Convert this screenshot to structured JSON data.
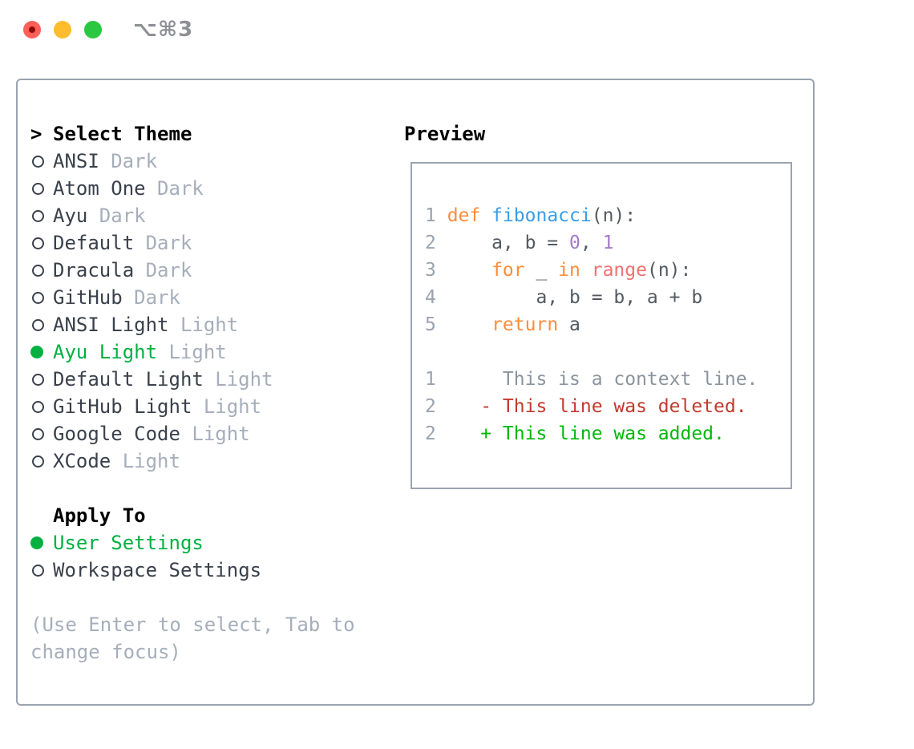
{
  "window": {
    "shortcut": "⌥⌘3"
  },
  "colors": {
    "selected_green": "#00b142",
    "accent_border": "#9aa4b0",
    "muted": "#a6aebb",
    "list_text": "#3a414b",
    "traffic_red": "#fe5f57",
    "traffic_red_dot": "#8c0d03",
    "traffic_yellow": "#febc2e",
    "traffic_green": "#2ac840",
    "titlebar_text": "#8e9095"
  },
  "theme_picker": {
    "prompt": ">",
    "title": "Select Theme",
    "items": [
      {
        "name": "ANSI",
        "variant": "Dark",
        "selected": false
      },
      {
        "name": "Atom One",
        "variant": "Dark",
        "selected": false
      },
      {
        "name": "Ayu",
        "variant": "Dark",
        "selected": false
      },
      {
        "name": "Default",
        "variant": "Dark",
        "selected": false
      },
      {
        "name": "Dracula",
        "variant": "Dark",
        "selected": false
      },
      {
        "name": "GitHub",
        "variant": "Dark",
        "selected": false
      },
      {
        "name": "ANSI Light",
        "variant": "Light",
        "selected": false
      },
      {
        "name": "Ayu Light",
        "variant": "Light",
        "selected": true
      },
      {
        "name": "Default Light",
        "variant": "Light",
        "selected": false
      },
      {
        "name": "GitHub Light",
        "variant": "Light",
        "selected": false
      },
      {
        "name": "Google Code",
        "variant": "Light",
        "selected": false
      },
      {
        "name": "XCode",
        "variant": "Light",
        "selected": false
      }
    ]
  },
  "apply_to": {
    "title": "Apply To",
    "options": [
      {
        "label": "User Settings",
        "selected": true
      },
      {
        "label": "Workspace Settings",
        "selected": false
      }
    ]
  },
  "help": {
    "text": "(Use Enter to select, Tab to change focus)"
  },
  "preview": {
    "title": "Preview",
    "syntax_colors": {
      "keyword": "#fa8d3e",
      "function": "#399ee6",
      "builtin": "#f07171",
      "number": "#a37acc",
      "plain": "#525a61",
      "context": "#8b949e",
      "deleted": "#c23a2b",
      "added": "#00b80b",
      "line_number": "#9aa3ae"
    },
    "code_lines": [
      {
        "num": "1",
        "tokens": [
          {
            "t": "def",
            "c": "keyword"
          },
          {
            "t": " ",
            "c": "plain"
          },
          {
            "t": "fibonacci",
            "c": "function"
          },
          {
            "t": "(n):",
            "c": "plain"
          }
        ]
      },
      {
        "num": "2",
        "tokens": [
          {
            "t": "    a, b = ",
            "c": "plain"
          },
          {
            "t": "0",
            "c": "number"
          },
          {
            "t": ", ",
            "c": "plain"
          },
          {
            "t": "1",
            "c": "number"
          }
        ]
      },
      {
        "num": "3",
        "tokens": [
          {
            "t": "    ",
            "c": "plain"
          },
          {
            "t": "for",
            "c": "keyword"
          },
          {
            "t": " _ ",
            "c": "plain"
          },
          {
            "t": "in",
            "c": "keyword"
          },
          {
            "t": " ",
            "c": "plain"
          },
          {
            "t": "range",
            "c": "builtin"
          },
          {
            "t": "(n):",
            "c": "plain"
          }
        ]
      },
      {
        "num": "4",
        "tokens": [
          {
            "t": "        a, b = b, a + b",
            "c": "plain"
          }
        ]
      },
      {
        "num": "5",
        "tokens": [
          {
            "t": "    ",
            "c": "plain"
          },
          {
            "t": "return",
            "c": "keyword"
          },
          {
            "t": " a",
            "c": "plain"
          }
        ]
      },
      {
        "num": "",
        "tokens": []
      },
      {
        "num": "1",
        "tokens": [
          {
            "t": "     This is a context line.",
            "c": "context"
          }
        ]
      },
      {
        "num": "2",
        "tokens": [
          {
            "t": "   - This line was deleted.",
            "c": "deleted"
          }
        ]
      },
      {
        "num": "2",
        "tokens": [
          {
            "t": "   + This line was added.",
            "c": "added"
          }
        ]
      }
    ]
  }
}
